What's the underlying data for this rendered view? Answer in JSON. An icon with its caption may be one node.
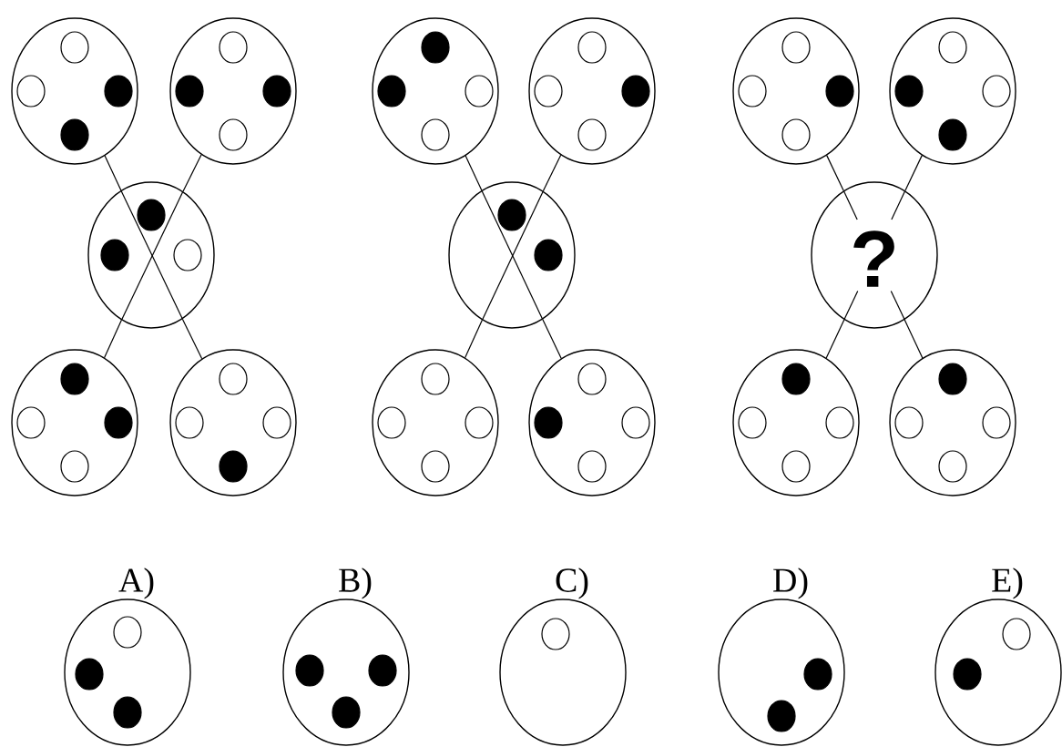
{
  "diagram": {
    "nodes": [
      {
        "text": [],
        "shape": "circle"
      },
      {
        "text": [],
        "shape": "circle"
      },
      {
        "text": [],
        "shape": "circle"
      },
      {
        "text": [],
        "shape": "circle"
      },
      {
        "text": [],
        "shape": "circle"
      },
      {
        "text": [],
        "shape": "circle"
      },
      {
        "text": [],
        "shape": "circle"
      },
      {
        "text": [],
        "shape": "circle"
      },
      {
        "text": [],
        "shape": "circle"
      },
      {
        "text": [],
        "shape": "circle"
      },
      {
        "text": [],
        "shape": "circle"
      },
      {
        "text": [],
        "shape": "circle"
      },
      {
        "text": [
          "?"
        ]
      },
      {
        "text": [],
        "shape": "circle"
      },
      {
        "text": [],
        "shape": "circle"
      },
      {
        "text": [
          "A)"
        ]
      },
      {
        "text": [
          "B)"
        ]
      },
      {
        "text": [
          "C)"
        ]
      },
      {
        "text": [
          "D)"
        ]
      },
      {
        "text": [
          "E)"
        ]
      }
    ],
    "edges": [
      {
        "from": 0,
        "to": 2,
        "arrow": "none"
      },
      {
        "from": 1,
        "to": 2,
        "arrow": "none"
      },
      {
        "from": 2,
        "to": 3,
        "arrow": "none"
      },
      {
        "from": 2,
        "to": 4,
        "arrow": "none"
      },
      {
        "from": 5,
        "to": 7,
        "arrow": "none"
      },
      {
        "from": 6,
        "to": 7,
        "arrow": "none"
      },
      {
        "from": 7,
        "to": 8,
        "arrow": "none"
      },
      {
        "from": 7,
        "to": 9,
        "arrow": "none"
      },
      {
        "from": 10,
        "to": 12,
        "arrow": "none"
      },
      {
        "from": 11,
        "to": 12,
        "arrow": "none"
      },
      {
        "from": 12,
        "to": 13,
        "arrow": "none"
      },
      {
        "from": 12,
        "to": 14,
        "arrow": "none"
      }
    ]
  }
}
